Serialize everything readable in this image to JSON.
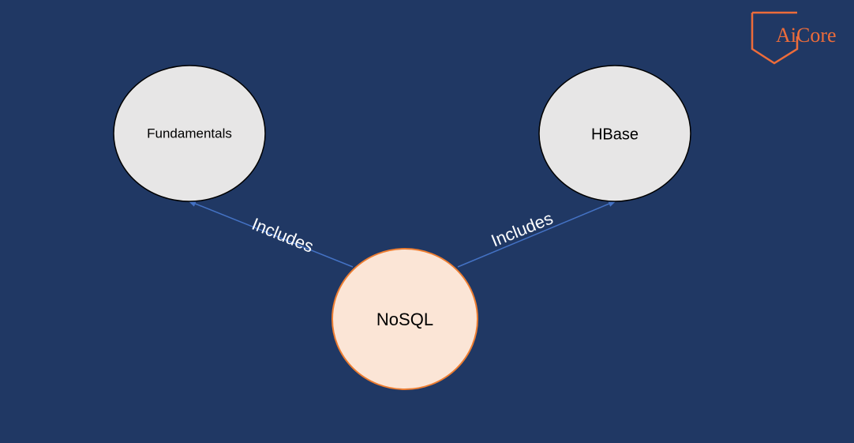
{
  "colors": {
    "background": "#203864",
    "secondary_node_fill": "#e7e6e6",
    "secondary_node_stroke": "#000000",
    "primary_node_fill": "#fbe5d6",
    "primary_node_stroke": "#ed7d31",
    "edge": "#4472c4",
    "edge_label": "#ffffff",
    "logo": "#ed6c3a"
  },
  "logo": {
    "icon": "shield-icon",
    "text": "AiCore"
  },
  "nodes": {
    "fundamentals": {
      "label": "Fundamentals"
    },
    "hbase": {
      "label": "HBase"
    },
    "nosql": {
      "label": "NoSQL"
    }
  },
  "edges": [
    {
      "from": "NoSQL",
      "to": "Fundamentals",
      "label": "Includes"
    },
    {
      "from": "NoSQL",
      "to": "HBase",
      "label": "Includes"
    }
  ]
}
